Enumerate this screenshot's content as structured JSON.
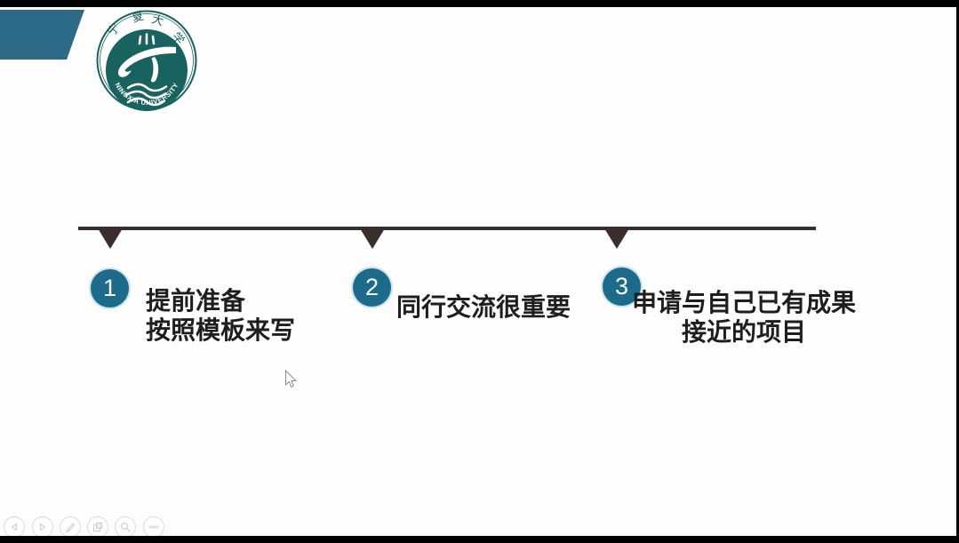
{
  "frame": {
    "background": "#fdfdfd",
    "bar_color": "#000000"
  },
  "logo": {
    "name": "Ningxia University seal",
    "top_text_chars": [
      "宁",
      "夏",
      "大",
      "学"
    ],
    "arc_text": "NINGXIA UNIVERSITY",
    "teal": "#186260"
  },
  "slide": {
    "accent_shape_color": "#2c6a88",
    "timeline_color": "#3a2e2c",
    "badge_color": "#1d6b8b",
    "steps": [
      {
        "number": "1",
        "lines": [
          "提前准备",
          "按照模板来写"
        ]
      },
      {
        "number": "2",
        "lines": [
          "同行交流很重要"
        ]
      },
      {
        "number": "3",
        "lines": [
          "申请与自己已有成果",
          "接近的项目"
        ]
      }
    ]
  },
  "toolbar": {
    "buttons": [
      {
        "name": "previous-slide",
        "icon": "triangle-left-icon"
      },
      {
        "name": "next-slide",
        "icon": "triangle-right-icon"
      },
      {
        "name": "pen-tool",
        "icon": "pen-icon"
      },
      {
        "name": "slide-panel",
        "icon": "slides-icon"
      },
      {
        "name": "zoom-tool",
        "icon": "magnifier-icon"
      },
      {
        "name": "more-options",
        "icon": "ellipsis-icon"
      }
    ]
  }
}
